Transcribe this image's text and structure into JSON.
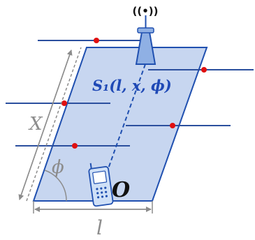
{
  "labels": {
    "signal_symbol": "((•))",
    "region": "S₁(l, x, ϕ)",
    "x_dim": "X",
    "l_dim": "l",
    "angle": "ϕ",
    "origin": "O"
  },
  "colors": {
    "parallelogram_fill": "#c7d6f0",
    "parallelogram_stroke": "#2050b0",
    "road_line": "#2b4f9e",
    "intersection_dot": "#e01010",
    "dimension_line": "#8c8c8c",
    "text_accent": "#1f49b6"
  },
  "icons": [
    "cell-tower-icon",
    "mobile-phone-icon"
  ]
}
